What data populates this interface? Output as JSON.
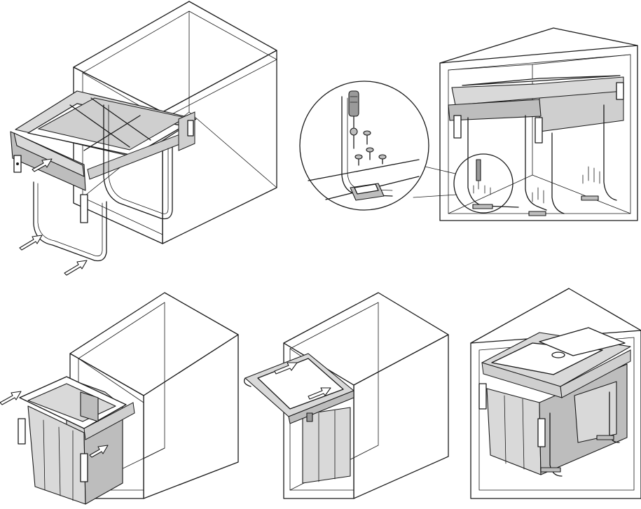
{
  "panels": [
    {
      "id": "step-1",
      "description_name": "drawer-frame-insertion"
    },
    {
      "id": "step-2",
      "description_name": "screw-mounting-detail"
    },
    {
      "id": "step-3",
      "description_name": "bin-insertion"
    },
    {
      "id": "step-4",
      "description_name": "lid-installation"
    },
    {
      "id": "step-5",
      "description_name": "final-assembly"
    }
  ]
}
